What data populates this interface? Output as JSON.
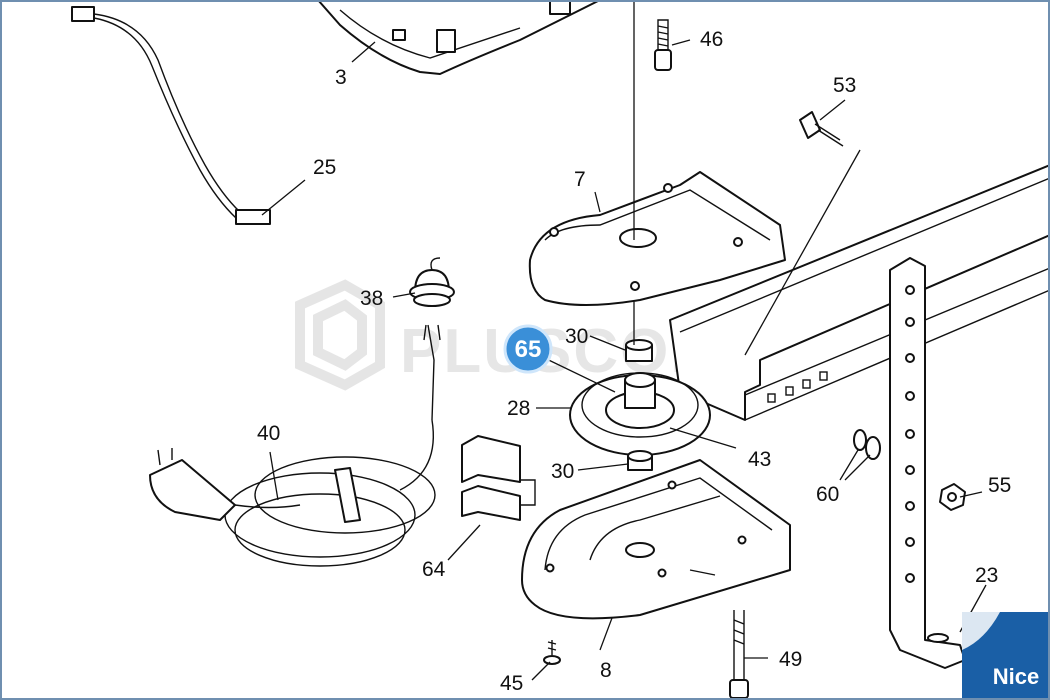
{
  "callouts": [
    {
      "id": "3",
      "label": "3"
    },
    {
      "id": "7",
      "label": "7"
    },
    {
      "id": "8",
      "label": "8"
    },
    {
      "id": "23",
      "label": "23"
    },
    {
      "id": "25",
      "label": "25"
    },
    {
      "id": "28",
      "label": "28"
    },
    {
      "id": "30a",
      "label": "30"
    },
    {
      "id": "30b",
      "label": "30"
    },
    {
      "id": "38",
      "label": "38"
    },
    {
      "id": "40",
      "label": "40"
    },
    {
      "id": "43",
      "label": "43"
    },
    {
      "id": "45",
      "label": "45"
    },
    {
      "id": "46",
      "label": "46"
    },
    {
      "id": "49",
      "label": "49"
    },
    {
      "id": "53",
      "label": "53"
    },
    {
      "id": "55",
      "label": "55"
    },
    {
      "id": "60",
      "label": "60"
    },
    {
      "id": "64",
      "label": "64"
    }
  ],
  "badge": {
    "label": "65",
    "color": "#3a8fd8"
  },
  "watermark": {
    "text": "PLUSCOM"
  },
  "brand": {
    "name": "Nice",
    "color": "#1a5fa6"
  }
}
